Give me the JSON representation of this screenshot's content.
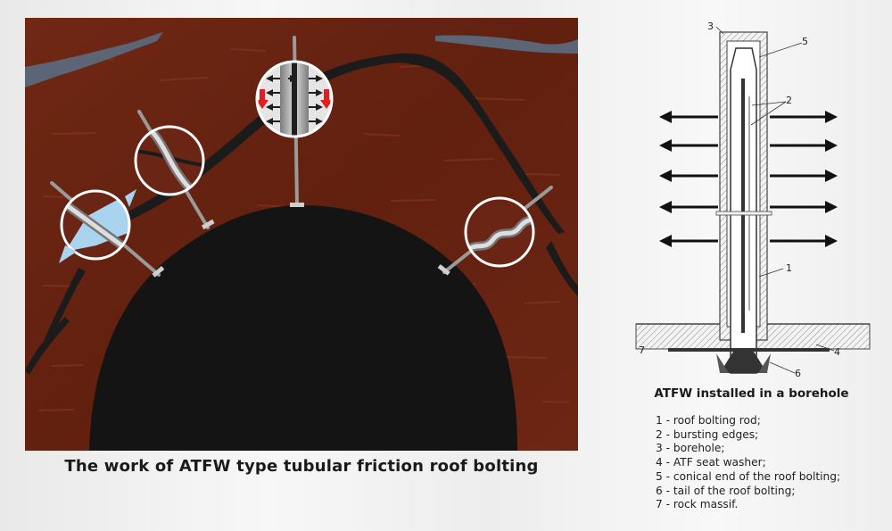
{
  "main_caption": "The work of ATFW type tubular friction roof bolting",
  "diagram_caption": "ATFW installed in a borehole",
  "callout_numbers": [
    "1",
    "2",
    "3",
    "4",
    "5",
    "6",
    "7"
  ],
  "legend": [
    "1 - roof bolting rod;",
    "2 - bursting edges;",
    "3 - borehole;",
    "4 - ATF seat washer;",
    "5 - conical end of the roof bolting;",
    "6 - tail of the roof bolting;",
    "7 - rock massif."
  ],
  "colors": {
    "rock": "#6b2514",
    "tunnel": "#141414",
    "crack": "#1b1b1b",
    "bolt": "#a9a9a9",
    "arrow_red": "#e02020"
  },
  "icons": [
    "left-arrow-icon",
    "right-arrow-icon",
    "down-arrow-icon"
  ]
}
